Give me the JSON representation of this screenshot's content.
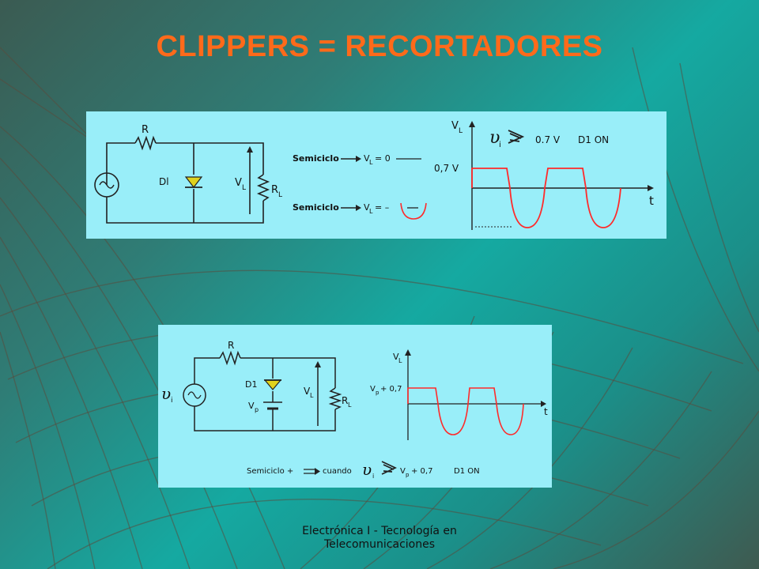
{
  "slide": {
    "title": "CLIPPERS = RECORTADORES",
    "footer_line1": "Electrónica I - Tecnología en",
    "footer_line2": "Telecomunicaciones"
  },
  "colors": {
    "title": "#ff6a1a",
    "panel": "#99eef9",
    "diode": "#e0d21e",
    "wave": "#ff2a2a"
  },
  "diagram1": {
    "label_R": "R",
    "label_D1": "Dl",
    "label_VL": "V",
    "label_VL_sub": "L",
    "label_RL": "R",
    "label_RL_sub": "L",
    "source_icon": "ac-source-icon",
    "row1_text": "Semiciclo",
    "row1_eq_v": "V",
    "row1_eq_sub": "L",
    "row1_eq_rest": "= 0",
    "row2_text": "Semiciclo",
    "row2_eq_v": "V",
    "row2_eq_sub": "L",
    "row2_eq_rest": "= –",
    "graph_ylabel": "V",
    "graph_ylabel_sub": "L",
    "graph_xlabel": "t",
    "graph_level": "0,7 V",
    "cond_v": "υ",
    "cond_sub": "i",
    "cond_value": "0.7 V",
    "cond_state": "D1 ON"
  },
  "diagram2": {
    "label_R": "R",
    "label_D1": "D1",
    "label_Vp": "V",
    "label_Vp_sub": "p",
    "label_VL": "V",
    "label_VL_sub": "L",
    "label_RL": "R",
    "label_RL_sub": "L",
    "label_vi": "υ",
    "label_vi_sub": "i",
    "graph_ylabel": "V",
    "graph_ylabel_sub": "L",
    "graph_xlabel": "t",
    "graph_level": "V",
    "graph_level_sub": "p",
    "graph_level_rest": "+ 0,7",
    "cond_text": "Semiciclo +",
    "cond_when": "cuando",
    "cond_v": "υ",
    "cond_sub": "i",
    "cond_value_v": "V",
    "cond_value_sub": "p",
    "cond_value_rest": "+ 0,7",
    "cond_state": "D1 ON"
  }
}
